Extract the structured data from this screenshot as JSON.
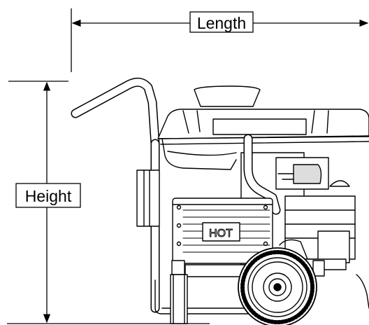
{
  "labels": {
    "length": "Length",
    "height": "Height",
    "hot": "HOT"
  },
  "colors": {
    "line": "#000000",
    "background": "#ffffff"
  }
}
